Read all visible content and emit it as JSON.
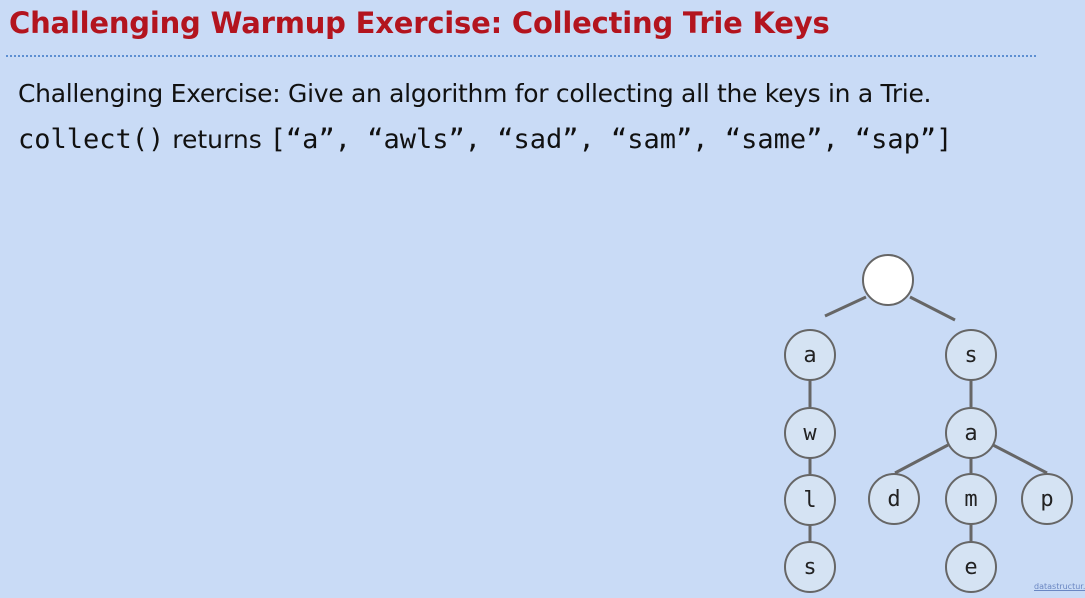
{
  "slide": {
    "title": "Challenging Warmup Exercise: Collecting Trie Keys",
    "exercise_text": "Challenging Exercise: Give an algorithm for collecting all the keys in a Trie.",
    "call_code": "collect()",
    "call_returns": " returns ",
    "result_text": "[“a”, “awls”, “sad”, “sam”, “same”, “sap”]",
    "footer_link": "datastructur.es"
  },
  "trie": {
    "root": {
      "label": ""
    },
    "nodes": [
      {
        "id": "a1",
        "label": "a"
      },
      {
        "id": "w",
        "label": "w"
      },
      {
        "id": "l",
        "label": "l"
      },
      {
        "id": "s2",
        "label": "s"
      },
      {
        "id": "s1",
        "label": "s"
      },
      {
        "id": "a2",
        "label": "a"
      },
      {
        "id": "d",
        "label": "d"
      },
      {
        "id": "m",
        "label": "m"
      },
      {
        "id": "p",
        "label": "p"
      },
      {
        "id": "e",
        "label": "e"
      }
    ],
    "colors": {
      "root_fill": "#ffffff",
      "node_fill": "#d5e3f3",
      "stroke": "#666666"
    }
  }
}
